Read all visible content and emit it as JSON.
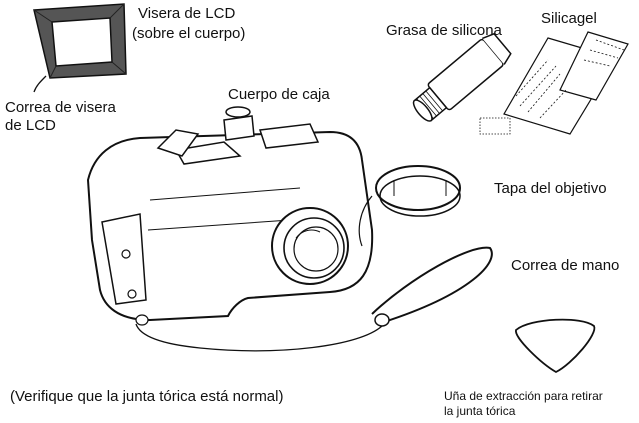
{
  "labels": {
    "lcd_hood": [
      "Visera de LCD",
      "(sobre el cuerpo)"
    ],
    "lcd_hood_strap": [
      "Correa de visera",
      "de LCD"
    ],
    "housing_body": "Cuerpo de caja",
    "silicone_grease": "Grasa de silicona",
    "silica_gel": "Silicagel",
    "lens_cap": "Tapa del objetivo",
    "hand_strap": "Correa de mano",
    "oring_check": "(Verifique que la junta tórica está normal)",
    "oring_remover": [
      "Uña de extracción para retirar",
      "la junta tórica"
    ]
  }
}
